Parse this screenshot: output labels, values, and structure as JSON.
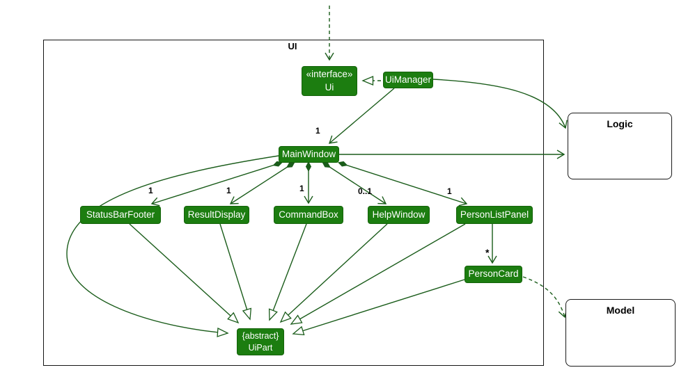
{
  "diagram": {
    "container_label": "UI",
    "nodes": {
      "ui_interface": {
        "stereotype": "«interface»",
        "name": "Ui"
      },
      "ui_manager": {
        "name": "UiManager"
      },
      "main_window": {
        "name": "MainWindow"
      },
      "status_bar_footer": {
        "name": "StatusBarFooter"
      },
      "result_display": {
        "name": "ResultDisplay"
      },
      "command_box": {
        "name": "CommandBox"
      },
      "help_window": {
        "name": "HelpWindow"
      },
      "person_list_panel": {
        "name": "PersonListPanel"
      },
      "person_card": {
        "name": "PersonCard"
      },
      "ui_part": {
        "modifier": "{abstract}",
        "name": "UiPart"
      },
      "logic": {
        "name": "Logic"
      },
      "model": {
        "name": "Model"
      }
    },
    "multiplicities": {
      "main_window": "1",
      "status_bar_footer": "1",
      "result_display": "1",
      "command_box": "1",
      "help_window": "0..1",
      "person_list_panel": "1",
      "person_card": "*"
    },
    "colors": {
      "node_fill": "#1c7d10",
      "node_border": "#136209",
      "node_text": "#ffffff",
      "line": "#1a5c1a",
      "frame_border": "#1a1a1a",
      "frame_fill": "#ffffff",
      "label_color": "#000000"
    }
  }
}
